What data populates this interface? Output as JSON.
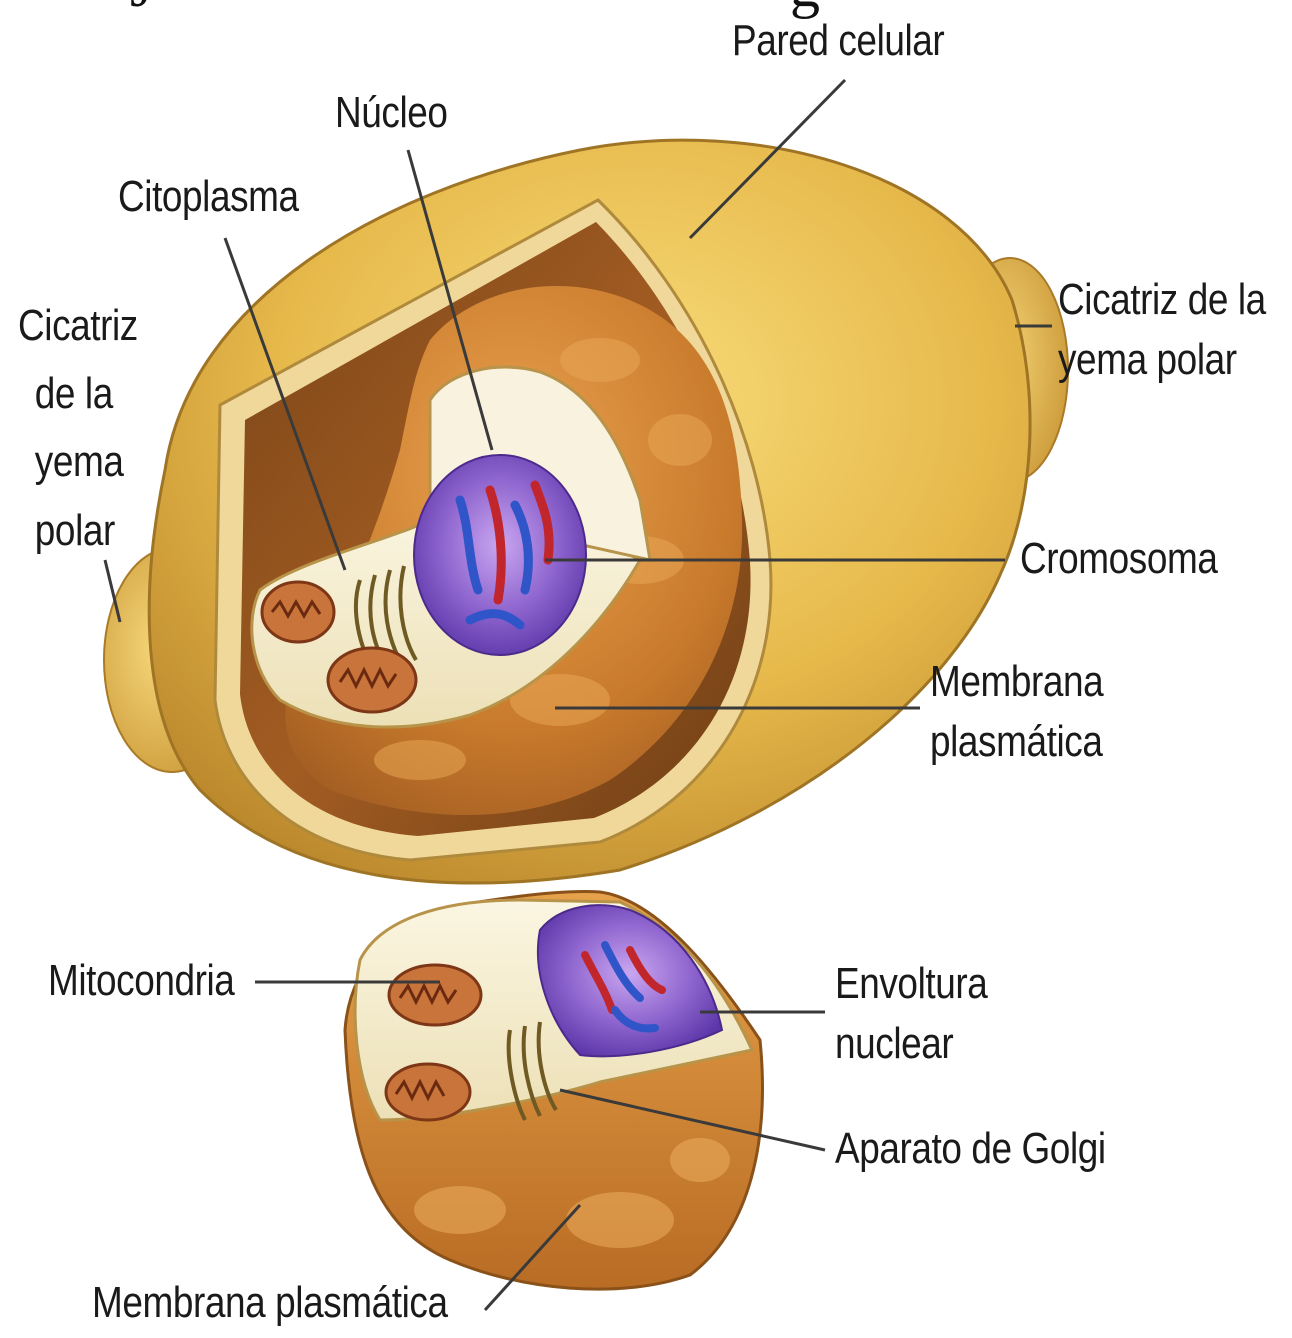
{
  "labels": {
    "pared_celular": "Pared celular",
    "nucleo": "Núcleo",
    "citoplasma": "Citoplasma",
    "cicatriz_izq": [
      "Cicatriz",
      "de la",
      "yema",
      "polar"
    ],
    "cicatriz_der": [
      "Cicatriz de la",
      "yema polar"
    ],
    "cromosoma": "Cromosoma",
    "membrana_superior": [
      "Membrana",
      "plasmática"
    ],
    "mitocondria": "Mitocondria",
    "envoltura_nuclear": [
      "Envoltura",
      "nuclear"
    ],
    "aparato_golgi": "Aparato de Golgi",
    "membrana_inferior": "Membrana plasmática"
  },
  "colors": {
    "cell_wall": "#e3b64a",
    "cytoplasm_interior": "#c0792a",
    "inner_cytoplasm": "#f3eccf",
    "nucleus": "#8c62c8",
    "chromosome_red": "#c0262b",
    "chromosome_blue": "#2f55c8",
    "mitochondria": "#b65a2e"
  }
}
